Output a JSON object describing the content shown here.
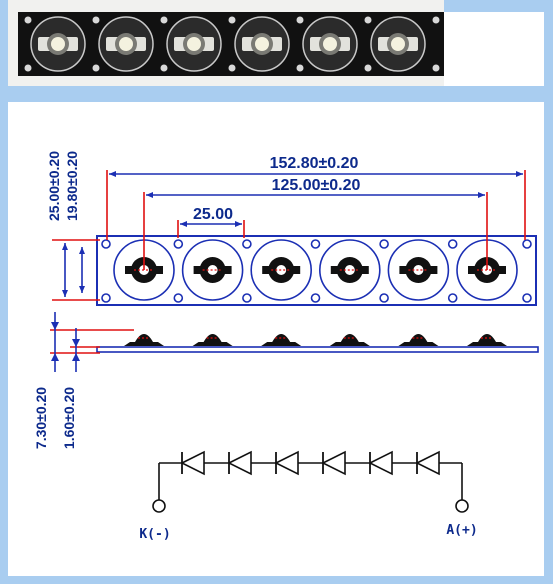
{
  "colors": {
    "frame_blue": "#a9cdf0",
    "line_blue": "#1b2fb4",
    "dim_red": "#e01010",
    "pcb_black": "#111111",
    "led_white": "#f4f2df"
  },
  "photo": {
    "led_count": 6
  },
  "drawing": {
    "dims": {
      "overall_length": "152.80±0.20",
      "hole_pitch": "125.00±0.20",
      "led_pitch": "25.00",
      "board_height": "25.00±0.20",
      "hole_spacing": "19.80±0.20",
      "led_height": "7.30±0.20",
      "board_thickness": "1.60±0.20"
    },
    "terminals": {
      "cathode": "K(-)",
      "anode": "A(+)"
    },
    "led_count": 6
  }
}
